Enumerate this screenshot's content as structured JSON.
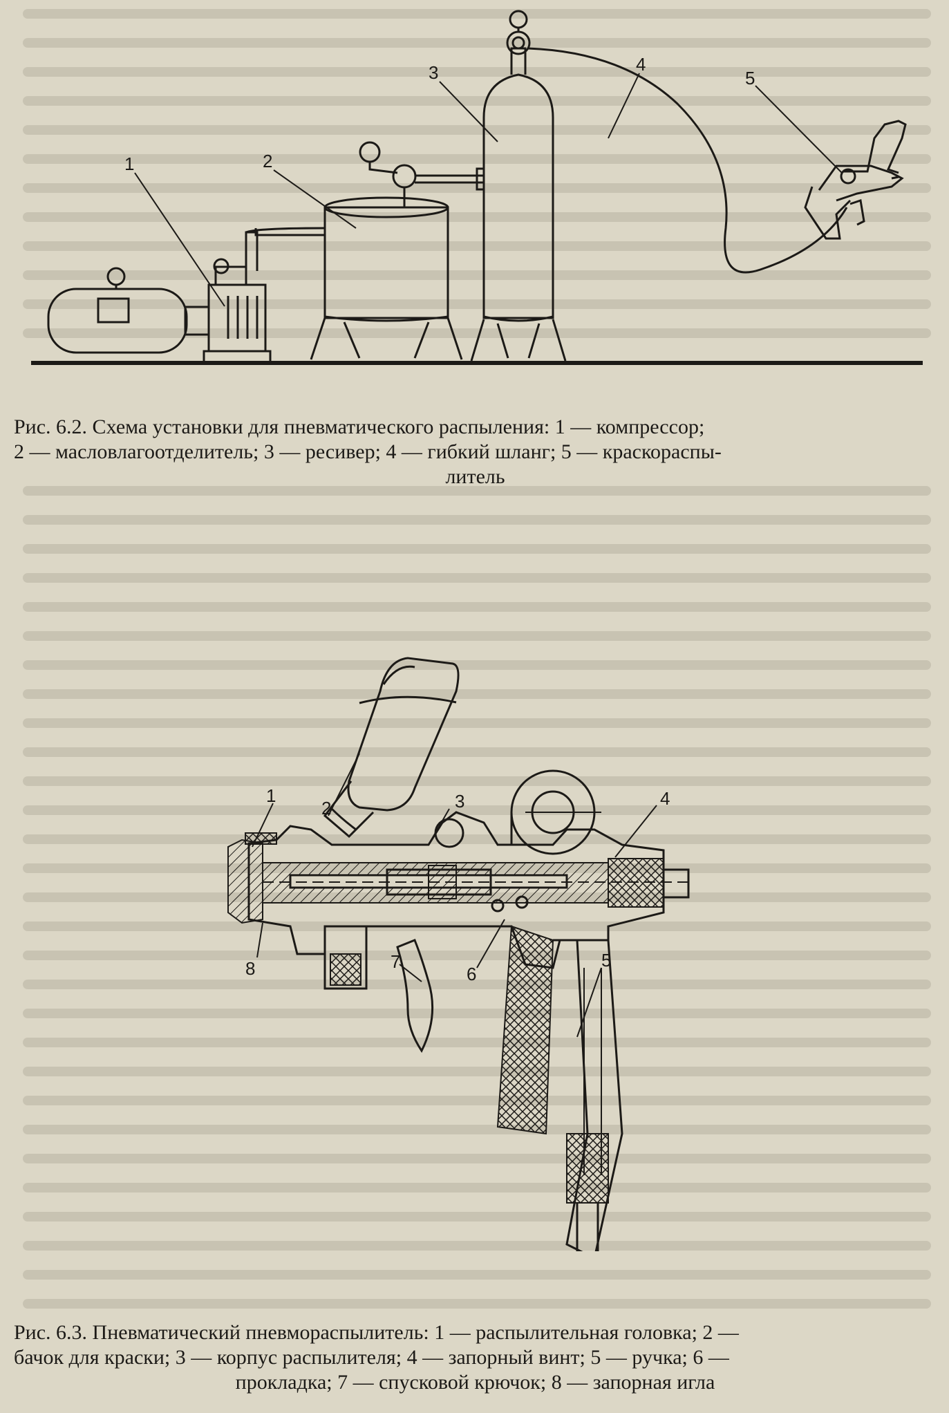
{
  "figure1": {
    "labels": [
      "1",
      "2",
      "3",
      "4",
      "5"
    ],
    "caption_l1": "Рис. 6.2. Схема установки для пневматического распыления: 1 — компрессор;",
    "caption_l2": "2 — масловлагоотделитель; 3 — ресивер; 4 — гибкий шланг; 5 — краскораспы-",
    "caption_l3": "литель"
  },
  "figure2": {
    "labels": [
      "1",
      "2",
      "3",
      "4",
      "5",
      "6",
      "7",
      "8"
    ],
    "caption_l1": "Рис. 6.3. Пневматический пневмораспылитель: 1 — распылительная головка; 2 —",
    "caption_l2": "бачок для краски; 3 — корпус распылителя; 4 — запорный винт; 5 — ручка; 6 —",
    "caption_l3": "прокладка; 7 — спусковой крючок; 8 — запорная игла"
  }
}
